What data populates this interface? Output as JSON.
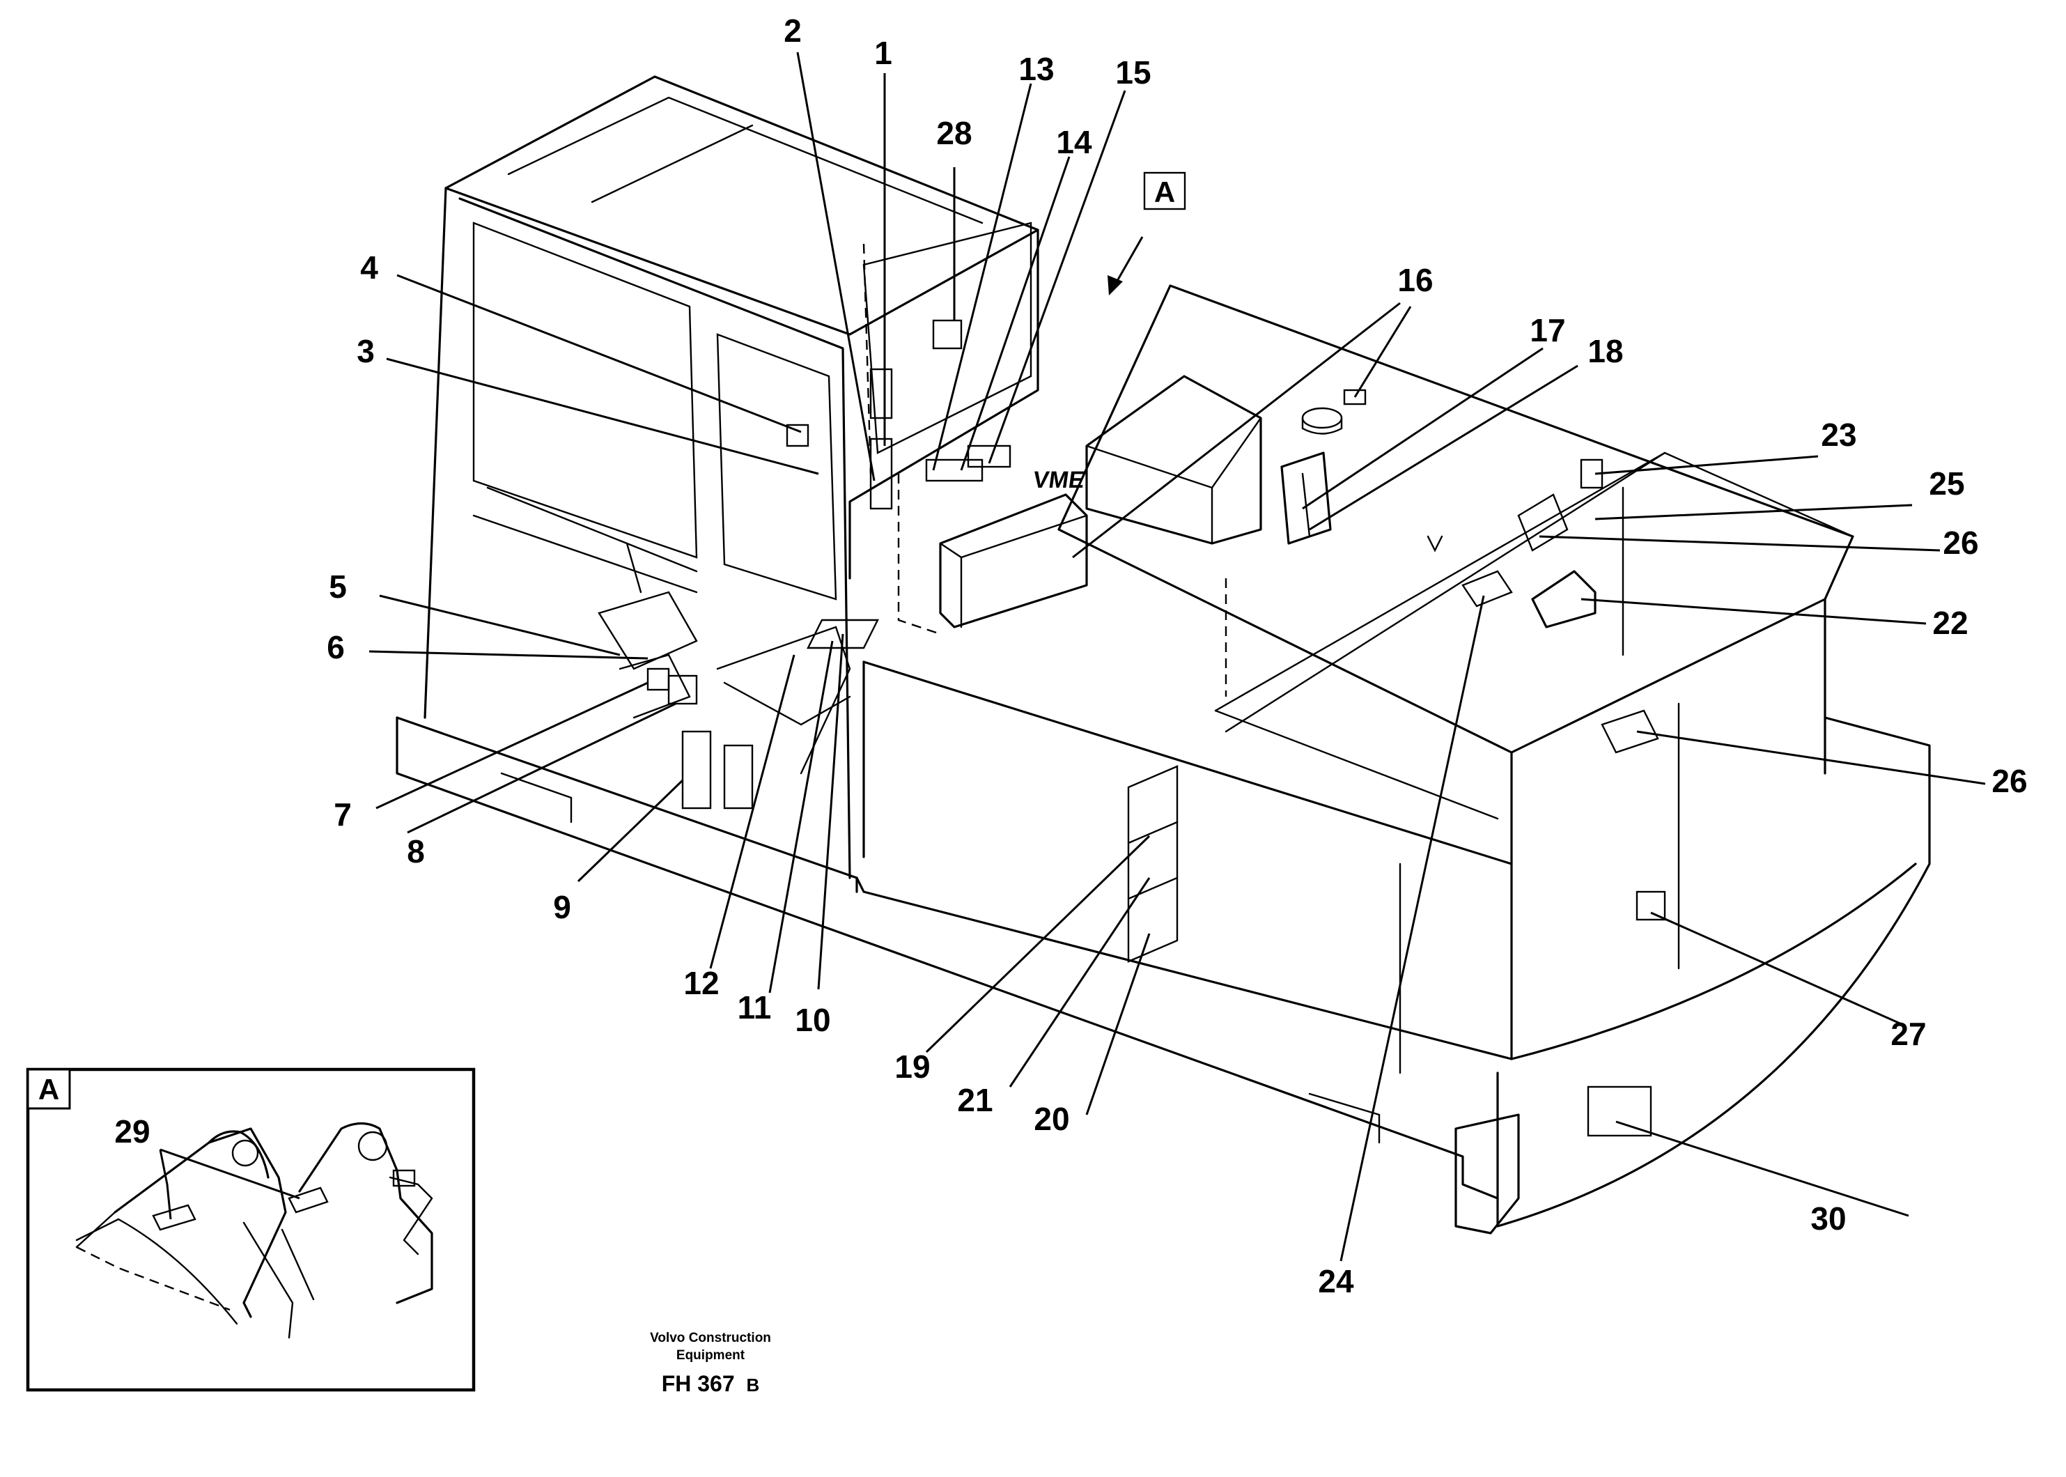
{
  "diagram": {
    "callouts": [
      "1",
      "2",
      "3",
      "4",
      "5",
      "6",
      "7",
      "8",
      "9",
      "10",
      "11",
      "12",
      "13",
      "14",
      "15",
      "16",
      "17",
      "18",
      "19",
      "20",
      "21",
      "22",
      "23",
      "24",
      "25",
      "26",
      "26",
      "27",
      "28",
      "29",
      "30"
    ],
    "view_label": "A",
    "inset_label": "A",
    "machine_logo": "VME"
  },
  "caption": {
    "company_line1": "Volvo Construction",
    "company_line2": "Equipment",
    "figure_id": "FH 367",
    "revision": "B"
  }
}
